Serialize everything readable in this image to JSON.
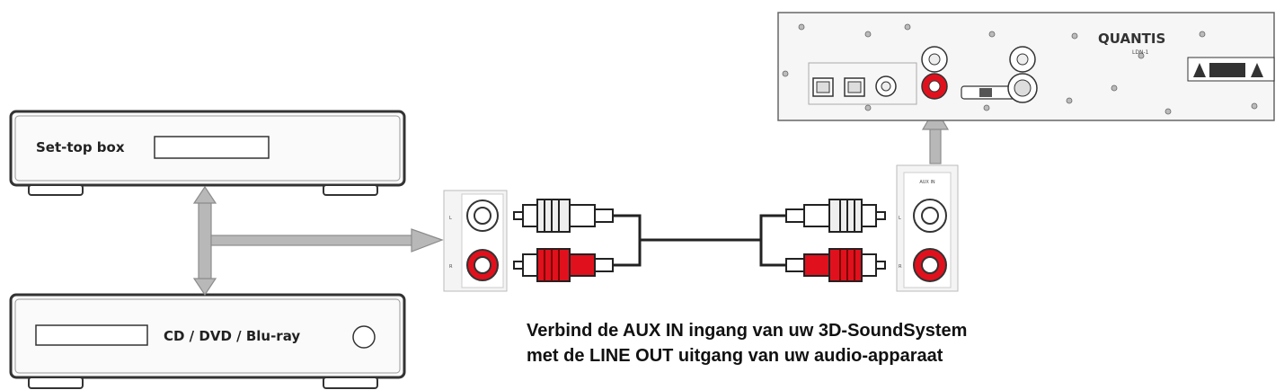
{
  "devices": {
    "settop_label": "Set-top box",
    "player_label": "CD / DVD / Blu-ray"
  },
  "speaker_panel": {
    "brand": "QUANTIS",
    "model": "LDN-1",
    "aux_label": "AUX IN"
  },
  "jack_labels": {
    "left": "L",
    "right": "R"
  },
  "colors": {
    "left_channel": "#ffffff",
    "right_channel": "#e0111d",
    "outline": "#333333",
    "arrow": "#b8b8b8"
  },
  "caption": {
    "line1": "Verbind de AUX IN ingang van uw 3D-SoundSystem",
    "line2": "met de LINE OUT uitgang van uw audio-apparaat"
  }
}
